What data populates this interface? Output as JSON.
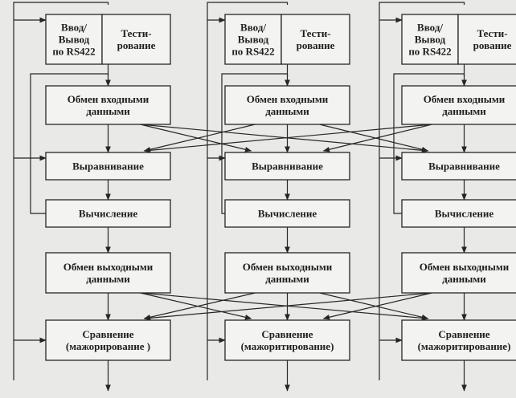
{
  "diagram": {
    "channels": [
      {
        "io_label": [
          "Ввод/",
          "Вывод",
          "по RS422"
        ],
        "test_label": [
          "Тести-",
          "рование"
        ],
        "input_exchange": [
          "Обмен входными",
          "данными"
        ],
        "alignment": "Выравнивание",
        "computation": "Вычисление",
        "output_exchange": [
          "Обмен выходными",
          "данными"
        ],
        "comparison": [
          "Сравнение",
          "(мажорирование )"
        ]
      },
      {
        "io_label": [
          "Ввод/",
          "Вывод",
          "по RS422"
        ],
        "test_label": [
          "Тести-",
          "рование"
        ],
        "input_exchange": [
          "Обмен входными",
          "данными"
        ],
        "alignment": "Выравнивание",
        "computation": "Вычисление",
        "output_exchange": [
          "Обмен выходными",
          "данными"
        ],
        "comparison": [
          "Сравнение",
          "(мажоритирование)"
        ]
      },
      {
        "io_label": [
          "Ввод/",
          "Вывод",
          "по RS422"
        ],
        "test_label": [
          "Тести-",
          "рование"
        ],
        "input_exchange": [
          "Обмен входными",
          "данными"
        ],
        "alignment": "Выравнивание",
        "computation": "Вычисление",
        "output_exchange": [
          "Обмен выходными",
          "данными"
        ],
        "comparison": [
          "Сравнение",
          "(мажоритирование)"
        ]
      }
    ]
  }
}
